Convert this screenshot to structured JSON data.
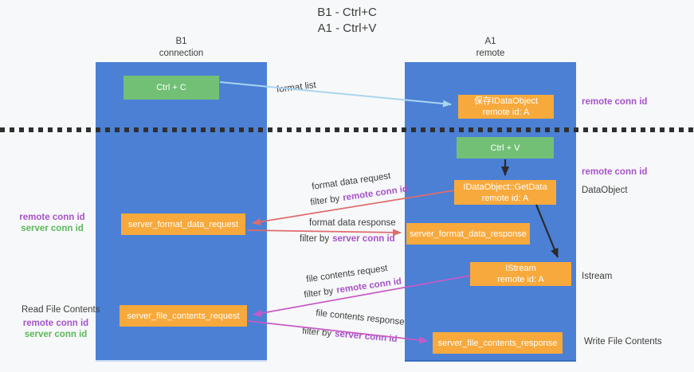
{
  "title": {
    "line1": "B1 - Ctrl+C",
    "line2": "A1 - Ctrl+V"
  },
  "columns": {
    "left": {
      "name": "B1",
      "role": "connection"
    },
    "right": {
      "name": "A1",
      "role": "remote"
    }
  },
  "nodes": {
    "ctrl_c": "Ctrl + C",
    "ctrl_v": "Ctrl + V",
    "save_idataobject": {
      "line1": "保存IDataObject",
      "line2": "remote id: A"
    },
    "getdata": {
      "line1": "IDataObject::GetData",
      "line2": "remote id: A"
    },
    "istream": {
      "line1": "IStream",
      "line2": "remote id: A"
    },
    "server_format_data_request": "server_format_data_request",
    "server_format_data_response": "server_format_data_response",
    "server_file_contents_request": "server_file_contents_request",
    "server_file_contents_response": "server_file_contents_response"
  },
  "flow_labels": {
    "format_list": "format list",
    "format_data_request": "format data request",
    "format_data_response": "format data response",
    "file_contents_request": "file contents request",
    "file_contents_response": "file contents response",
    "filter_by": "filter by"
  },
  "labels": {
    "remote_conn_id": "remote conn id",
    "server_conn_id": "server conn id",
    "dataobject": "DataObject",
    "istream": "Istream",
    "read_file_contents": "Read File Contents",
    "write_file_contents": "Write File Contents"
  },
  "colors": {
    "lifeline_blue": "#4b80d5",
    "node_orange": "#f7a93c",
    "node_green": "#72c076",
    "arrow_light_blue": "#aad4f0",
    "arrow_red": "#e06c6c",
    "arrow_magenta": "#c75ac7",
    "arrow_black": "#2b2b2b",
    "text_purple": "#a653c9",
    "text_green": "#5cb75c",
    "background": "#f7f8f9"
  }
}
